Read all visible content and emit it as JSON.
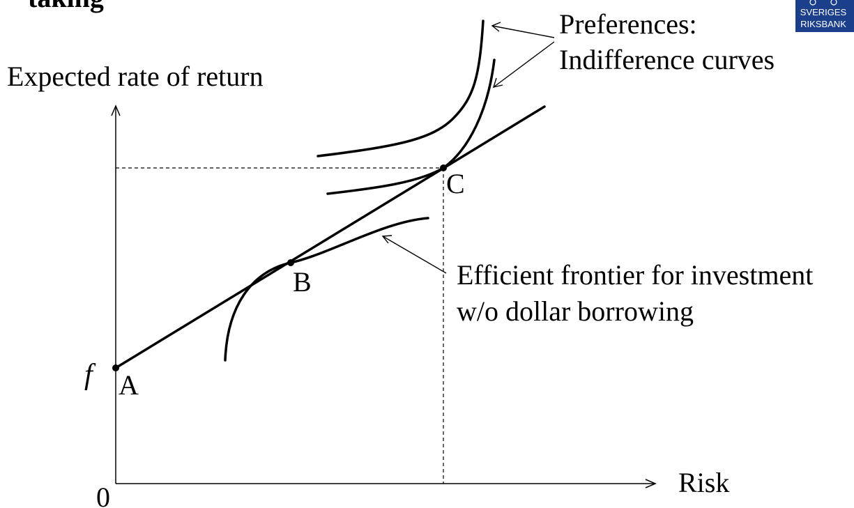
{
  "slide": {
    "title_fragment": "taking",
    "logo_text_line1": "SVERIGES",
    "logo_text_line2": "RIKSBANK"
  },
  "diagram": {
    "y_axis_label": "Expected rate of return",
    "x_axis_label": "Risk",
    "origin_label": "0",
    "intercept_label": "f",
    "point_a_label": "A",
    "point_b_label": "B",
    "point_c_label": "C",
    "preferences_line1": "Preferences:",
    "preferences_line2": "Indifference curves",
    "frontier_line1": "Efficient frontier for investment",
    "frontier_line2": "w/o dollar borrowing"
  },
  "colors": {
    "ink": "#000000",
    "logo_blue": "#1b3f8b"
  }
}
